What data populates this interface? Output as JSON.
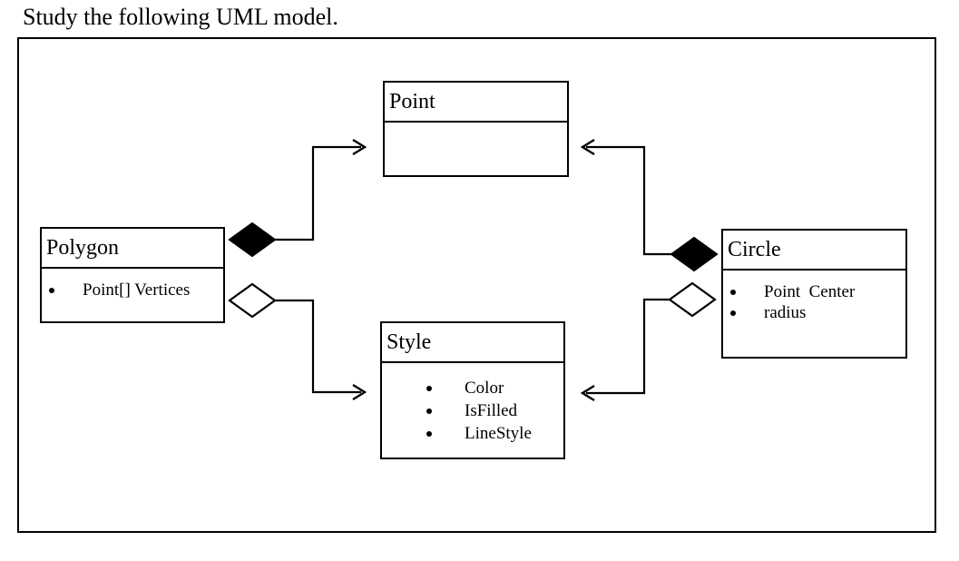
{
  "caption": "Study the following UML model.",
  "diagram": {
    "classes": [
      {
        "id": "point",
        "name": "Point",
        "attributes": []
      },
      {
        "id": "polygon",
        "name": "Polygon",
        "attributes": [
          "Point[] Vertices"
        ]
      },
      {
        "id": "circle",
        "name": "Circle",
        "attributes": [
          "Point  Center",
          "radius"
        ]
      },
      {
        "id": "style",
        "name": "Style",
        "attributes": [
          "Color",
          "IsFilled",
          "LineStyle"
        ]
      }
    ],
    "relationships": [
      {
        "from": "Polygon",
        "to": "Point",
        "type": "composition",
        "marker": "filled-diamond",
        "end": "open-arrow"
      },
      {
        "from": "Polygon",
        "to": "Style",
        "type": "aggregation",
        "marker": "hollow-diamond",
        "end": "open-arrow"
      },
      {
        "from": "Circle",
        "to": "Point",
        "type": "composition",
        "marker": "filled-diamond",
        "end": "open-arrow"
      },
      {
        "from": "Circle",
        "to": "Style",
        "type": "aggregation",
        "marker": "hollow-diamond",
        "end": "open-arrow"
      }
    ],
    "colors": {
      "line": "#000000",
      "fill": "#ffffff",
      "text": "#000000"
    }
  }
}
